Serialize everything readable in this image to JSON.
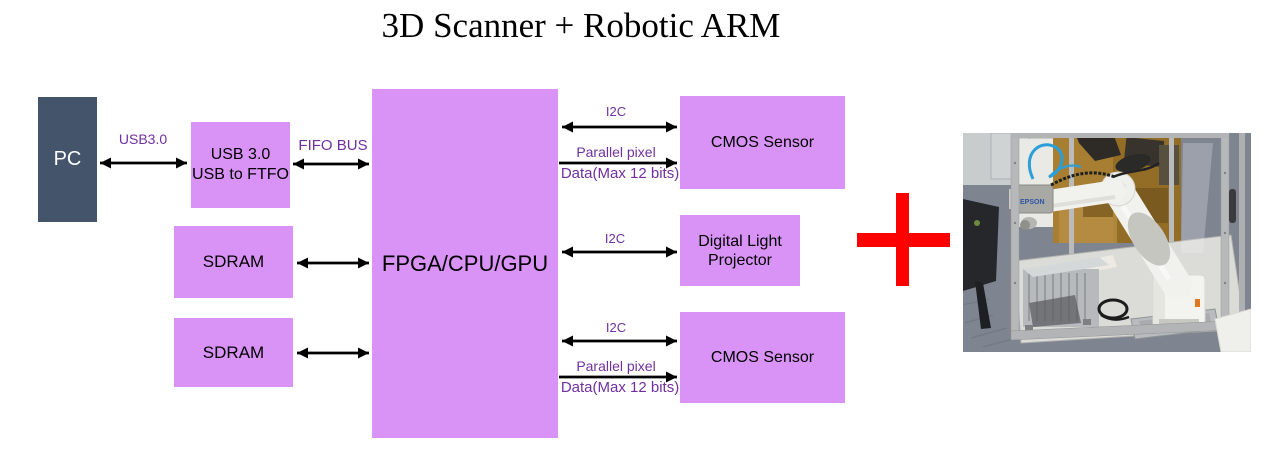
{
  "title": "3D Scanner + Robotic ARM",
  "nodes": {
    "pc": {
      "label": "PC"
    },
    "usb_bridge": {
      "line1": "USB 3.0",
      "line2": "USB to FTFO"
    },
    "fpga": {
      "label": "FPGA/CPU/GPU"
    },
    "sdram_top": {
      "label": "SDRAM"
    },
    "sdram_bottom": {
      "label": "SDRAM"
    },
    "cmos_top": {
      "label": "CMOS Sensor"
    },
    "dlp": {
      "line1": "Digital Light",
      "line2": "Projector"
    },
    "cmos_bottom": {
      "label": "CMOS Sensor"
    }
  },
  "edges": {
    "usb3": {
      "label": "USB3.0"
    },
    "fifo_bus": {
      "label": "FIFO BUS"
    },
    "i2c_top": {
      "label": "I2C"
    },
    "parallel_top": {
      "line1": "Parallel pixel",
      "line2": "Data(Max 12 bits)"
    },
    "i2c_mid": {
      "label": "I2C"
    },
    "i2c_bottom": {
      "label": "I2C"
    },
    "parallel_bottom": {
      "line1": "Parallel pixel",
      "line2": "Data(Max 12 bits)"
    }
  },
  "plus_sign": {
    "symbol": "+",
    "color": "#ff0000"
  },
  "photo": {
    "brand": "EPSON",
    "description": "EPSON robotic arm inside aluminum-frame enclosure"
  },
  "colors": {
    "block_fill": "#d992f5",
    "pc_fill": "#44546a",
    "edge_label": "#7030a0",
    "arrow": "#000000",
    "title_text": "#000000"
  }
}
